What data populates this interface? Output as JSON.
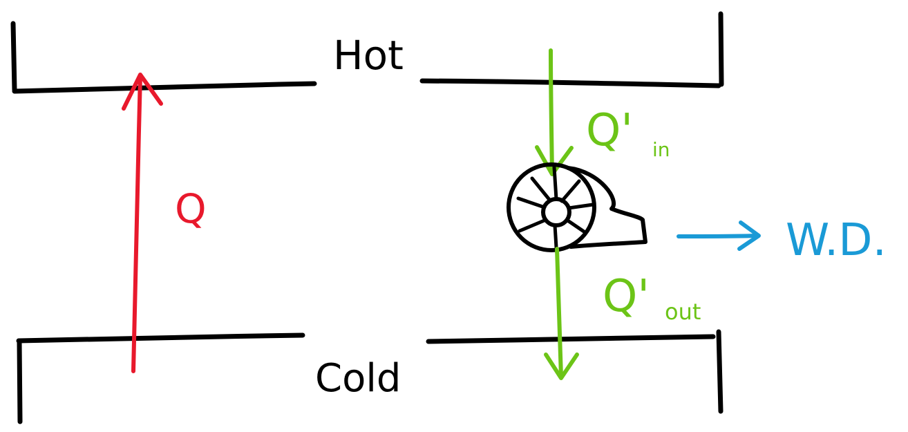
{
  "diagram": {
    "labels": {
      "hot": "Hot",
      "cold": "Cold",
      "q": "Q",
      "q_in_main": "Q'",
      "q_in_sub": "in",
      "q_out_main": "Q'",
      "q_out_sub": "out",
      "work_done": "W.D."
    },
    "colors": {
      "outline": "#000000",
      "heat_flow": "#e8192c",
      "turbine_flow": "#6cc417",
      "work_output": "#1a9ad6"
    }
  }
}
